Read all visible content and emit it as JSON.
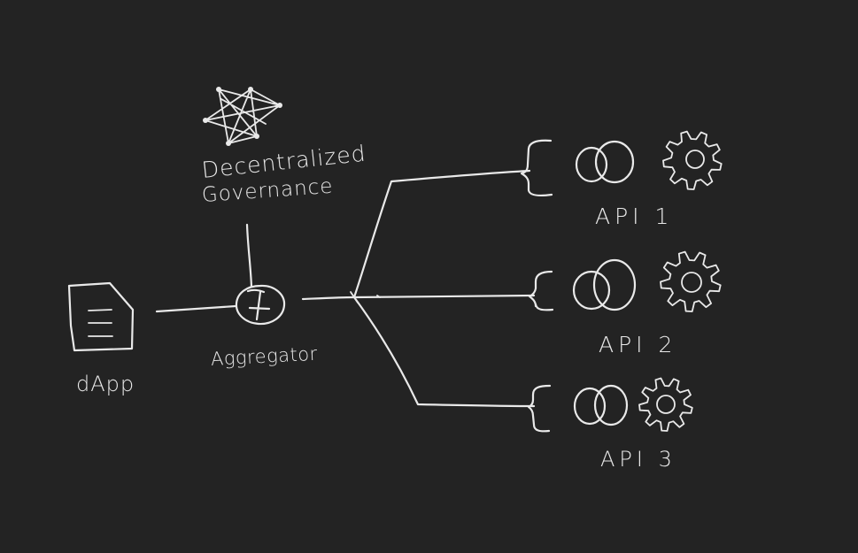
{
  "diagram": {
    "governance": {
      "line1": "Decentralized",
      "line2": "Governance",
      "icon": "network-graph-icon"
    },
    "aggregator": {
      "label": "Aggregator",
      "icon": "plus-circle-icon"
    },
    "dapp": {
      "label": "dApp",
      "icon": "document-icon"
    },
    "apis": [
      {
        "label": "API 1",
        "icons": [
          "bracket-icon",
          "overlapping-circles-icon",
          "gear-icon"
        ]
      },
      {
        "label": "API 2",
        "icons": [
          "bracket-icon",
          "overlapping-circles-icon",
          "gear-icon"
        ]
      },
      {
        "label": "API 3",
        "icons": [
          "bracket-icon",
          "overlapping-circles-icon",
          "gear-icon"
        ]
      }
    ],
    "colors": {
      "background": "#232323",
      "ink": "#e9e9e9"
    }
  }
}
